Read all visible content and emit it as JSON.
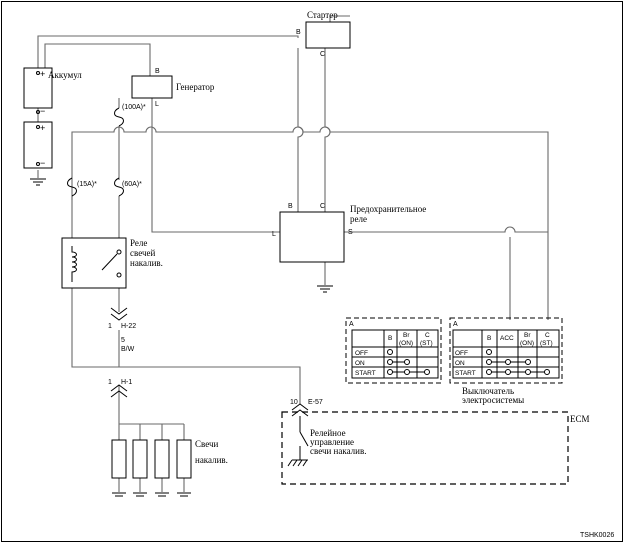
{
  "labels": {
    "battery": "Аккумул",
    "starter": "Стартер",
    "generator": "Генератор",
    "safety_relay_line1": "Предохранительное",
    "safety_relay_line2": "реле",
    "glow_relay_line1": "Реле",
    "glow_relay_line2": "свечей",
    "glow_relay_line3": "накалив.",
    "glow_plugs_line1": "Свечи",
    "glow_plugs_line2": "накалив.",
    "ign_switch_line1": "Выключатель",
    "ign_switch_line2": "электросистемы",
    "ecm": "ECM",
    "ecm_relay_line1": "Релейное",
    "ecm_relay_line2": "управление",
    "ecm_relay_line3": "свечи накалив.",
    "fuse_100a": "(100A)*",
    "fuse_15a": "(15A)*",
    "fuse_60a": "(60A)*",
    "conn_h22_pin": "1",
    "conn_h22": "H-22",
    "wire_size": "5",
    "wire_color": "B/W",
    "conn_h1_pin": "1",
    "conn_h1": "H-1",
    "conn_e57_pin": "10",
    "conn_e57": "E-57",
    "term_b": "B",
    "term_c": "C",
    "term_l": "L",
    "term_s": "S",
    "plus": "+",
    "minus": "−",
    "figure_code": "TSHK0026"
  },
  "switch_table_left": {
    "corner": "A",
    "headers": [
      "B",
      "Br\n(ON)",
      "C\n(ST)"
    ],
    "rows": [
      "OFF",
      "ON",
      "START"
    ]
  },
  "switch_table_right": {
    "corner": "A",
    "headers": [
      "B",
      "ACC",
      "Br\n(ON)",
      "C\n(ST)"
    ],
    "rows": [
      "OFF",
      "ON",
      "START"
    ]
  }
}
